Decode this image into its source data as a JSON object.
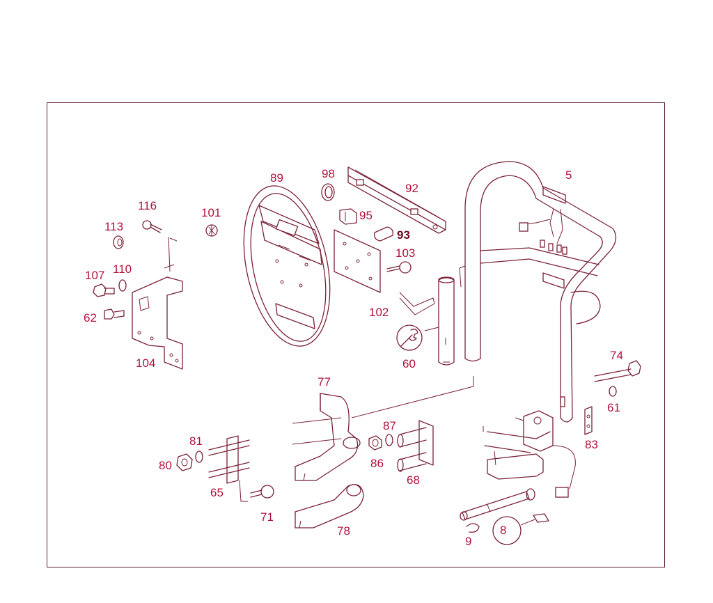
{
  "labels": {
    "l5": "5",
    "l8": "8",
    "l9": "9",
    "l60": "60",
    "l61": "61",
    "l62": "62",
    "l65": "65",
    "l68": "68",
    "l71": "71",
    "l74": "74",
    "l77": "77",
    "l78": "78",
    "l80": "80",
    "l81": "81",
    "l83": "83",
    "l86": "86",
    "l87": "87",
    "l89": "89",
    "l92": "92",
    "l93": "93",
    "l95": "95",
    "l98": "98",
    "l101": "101",
    "l102": "102",
    "l103": "103",
    "l104": "104",
    "l107": "107",
    "l110": "110",
    "l113": "113",
    "l116": "116"
  },
  "colors": {
    "label": "#b0123c",
    "line": "#7a2236",
    "frame": "#5a2030"
  },
  "icons": {
    "tool": "wrench-icon"
  }
}
